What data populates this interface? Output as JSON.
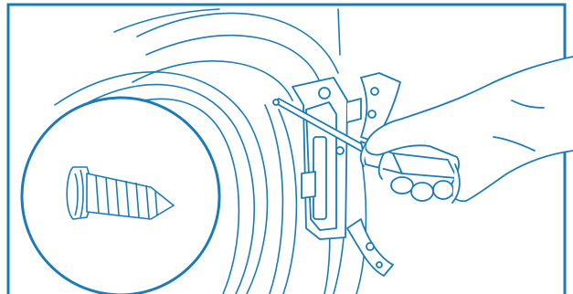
{
  "illustration": {
    "kind": "line-drawing",
    "subject": "door-hinge-removal",
    "colors": {
      "line": "#1a7bb8",
      "frame": "#1a7bb8",
      "fill": "#ffffff",
      "skin": "#ffffff"
    },
    "inset": {
      "shape": "circle",
      "contents": "screw-icon"
    }
  }
}
